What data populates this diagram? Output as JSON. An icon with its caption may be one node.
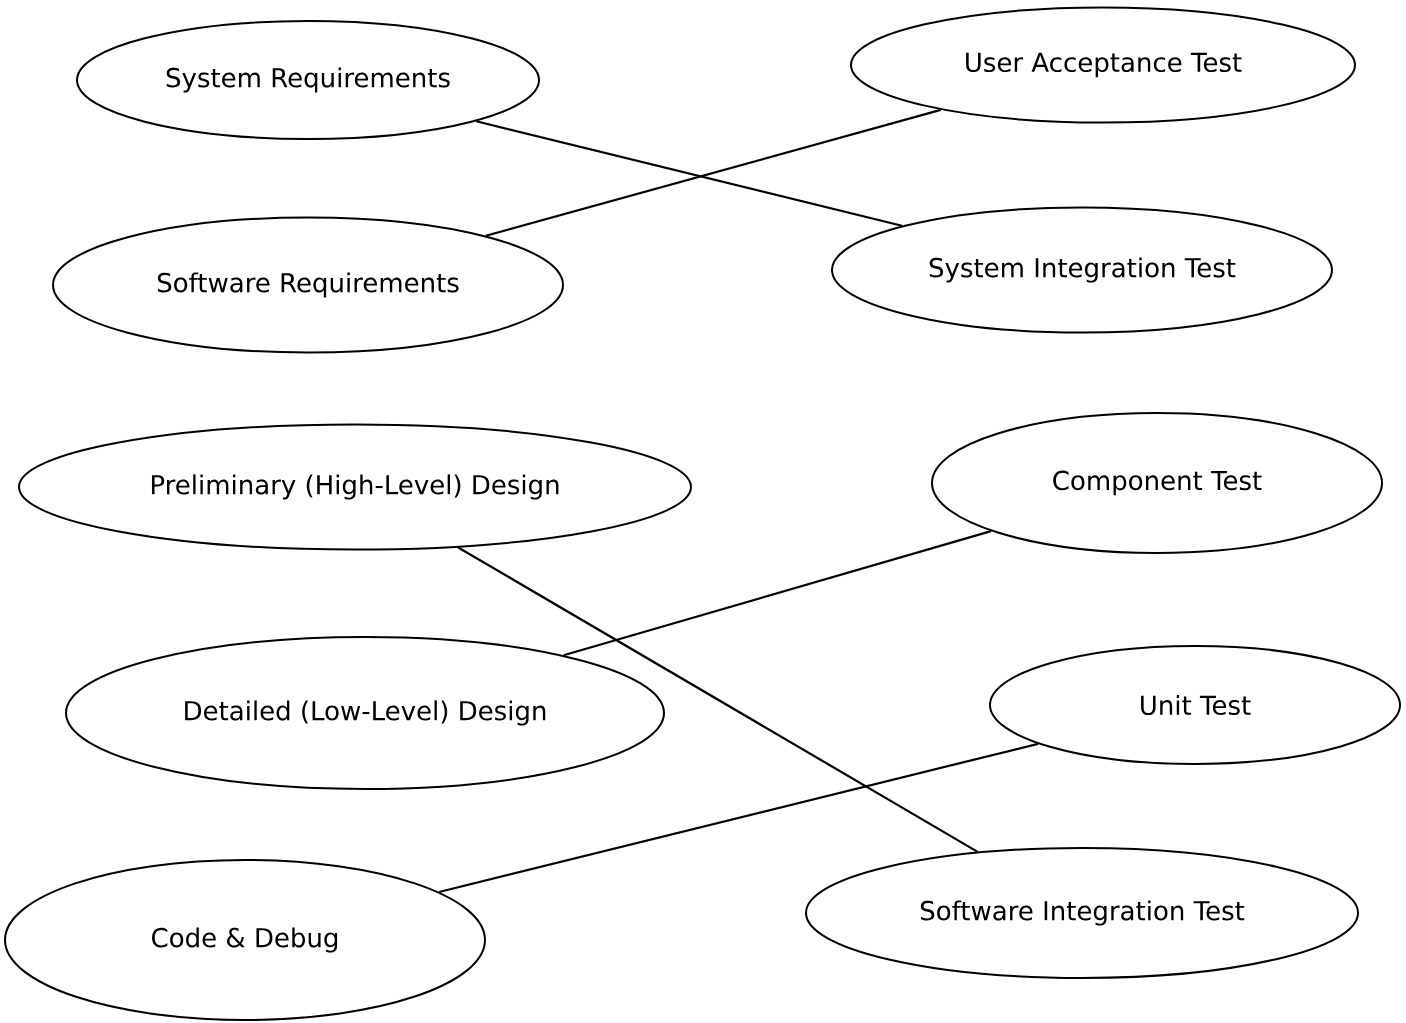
{
  "diagram": {
    "nodes": [
      {
        "text": [
          "System Requirements"
        ]
      },
      {
        "text": [
          "User Acceptance Test"
        ]
      },
      {
        "text": [
          "Software Requirements"
        ]
      },
      {
        "text": [
          "System Integration Test"
        ]
      },
      {
        "text": [
          "Preliminary (High-Level) Design"
        ]
      },
      {
        "text": [
          "Component Test"
        ]
      },
      {
        "text": [
          "Detailed (Low-Level) Design"
        ]
      },
      {
        "text": [
          "Unit Test"
        ]
      },
      {
        "text": [
          "Code & Debug"
        ]
      },
      {
        "text": [
          "Software Integration Test"
        ]
      }
    ],
    "edges": [
      {
        "from": 0,
        "to": 3,
        "arrow": "none"
      },
      {
        "from": 2,
        "to": 1,
        "arrow": "none"
      },
      {
        "from": 4,
        "to": 9,
        "arrow": "none"
      },
      {
        "from": 6,
        "to": 5,
        "arrow": "none"
      },
      {
        "from": 8,
        "to": 7,
        "arrow": "none"
      }
    ]
  }
}
